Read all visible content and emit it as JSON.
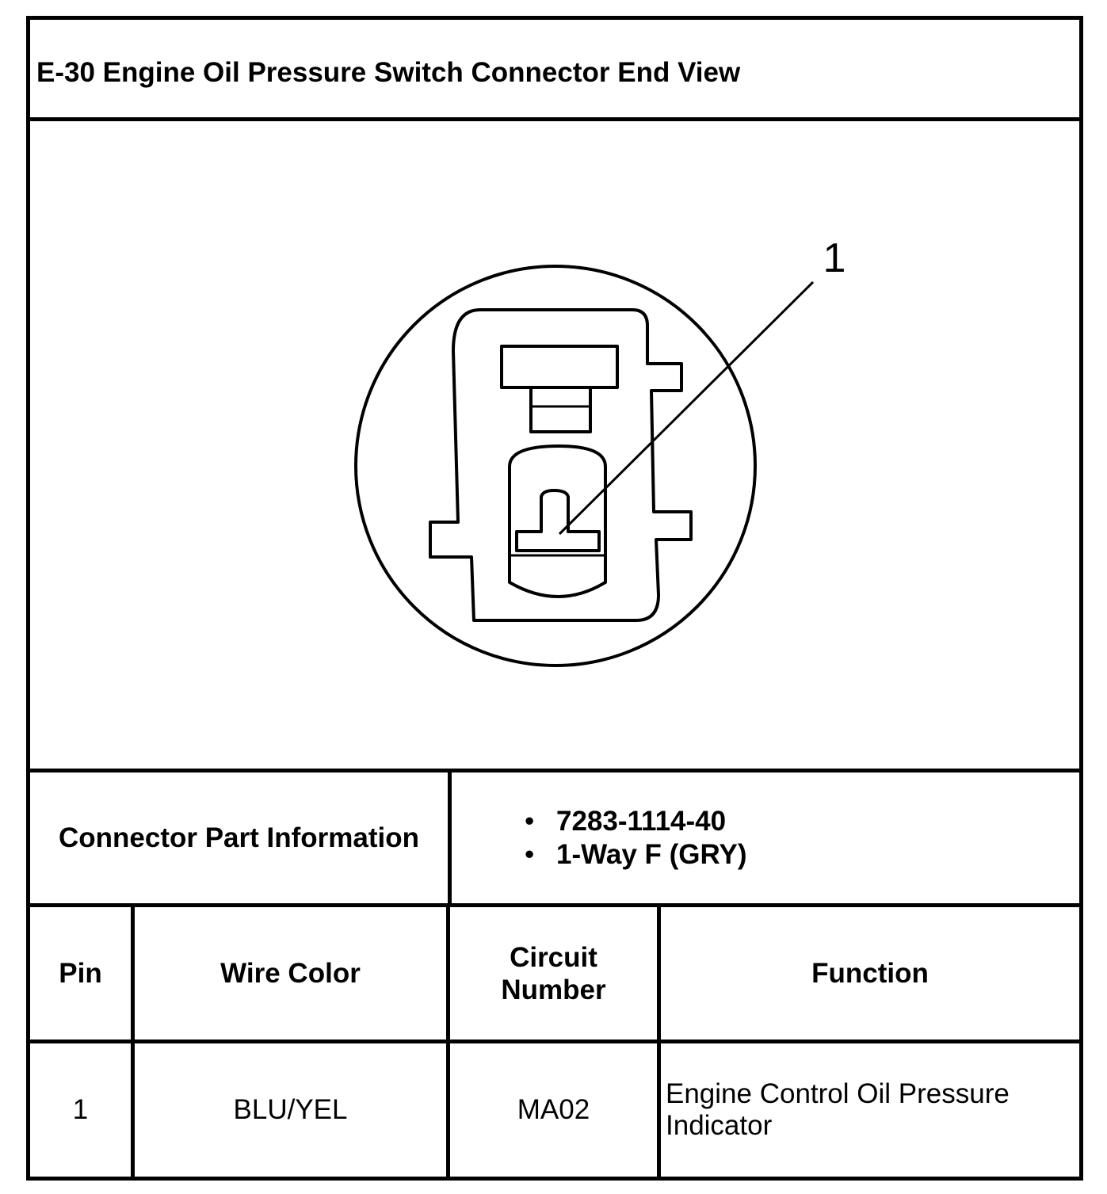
{
  "title": "E-30 Engine Oil Pressure Switch Connector End View",
  "diagram": {
    "callouts": [
      {
        "label": "1"
      }
    ]
  },
  "connector_part": {
    "label": "Connector Part Information",
    "items": [
      "7283-1114-40",
      "1-Way F (GRY)"
    ]
  },
  "pin_table": {
    "headers": {
      "pin": "Pin",
      "wire_color": "Wire Color",
      "circuit_line1": "Circuit",
      "circuit_line2": "Number",
      "function": "Function"
    },
    "rows": [
      {
        "pin": "1",
        "wire_color": "BLU/YEL",
        "circuit": "MA02",
        "function_line1": "Engine Control Oil Pressure",
        "function_line2": "Indicator"
      }
    ]
  }
}
